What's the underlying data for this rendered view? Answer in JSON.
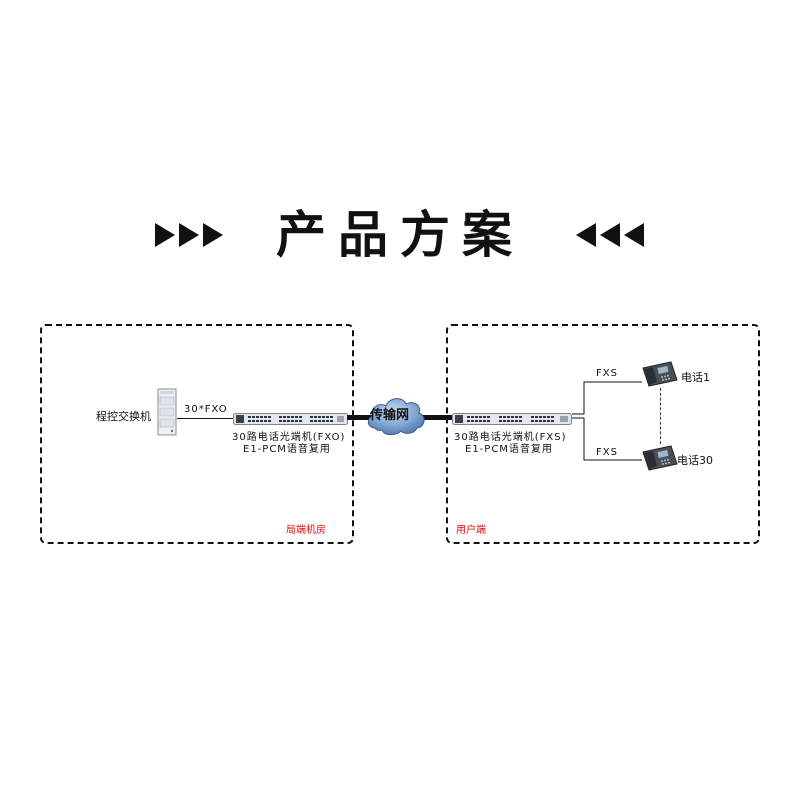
{
  "title": "产品方案",
  "left_region": {
    "label": "局端机房",
    "pbx_label": "程控交换机",
    "link_label": "30*FXO",
    "device_line1": "30路电话光端机(FXO)",
    "device_line2": "E1-PCM语音复用"
  },
  "network": {
    "label": "传输网"
  },
  "right_region": {
    "label": "用户端",
    "device_line1": "30路电话光端机(FXS)",
    "device_line2": "E1-PCM语音复用",
    "fxs_top": "FXS",
    "fxs_bottom": "FXS",
    "phone_top": "电话1",
    "phone_bottom": "电话30"
  },
  "colors": {
    "region_label": "#e01010",
    "cloud": "#5a88c0",
    "line": "#111111"
  }
}
